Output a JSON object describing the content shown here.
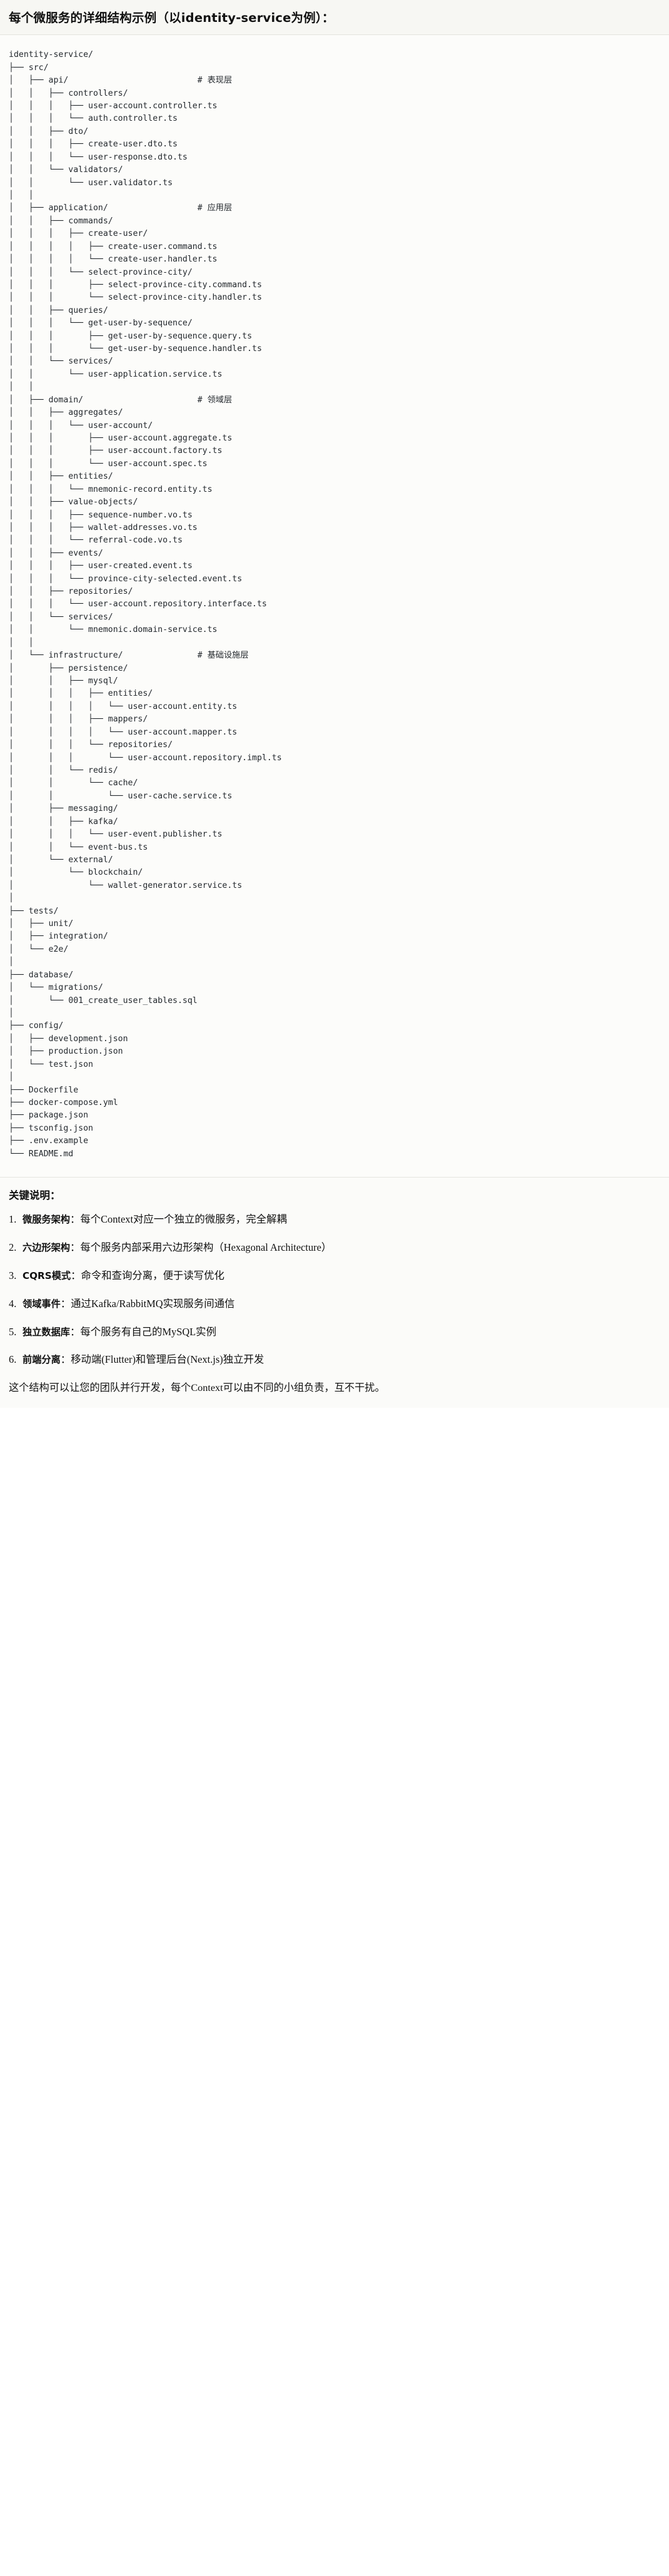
{
  "header": {
    "title": "每个微服务的详细结构示例（以identity-service为例）："
  },
  "tree": {
    "root": "identity-service/",
    "text": "identity-service/\n├── src/\n│   ├── api/                          # 表现层\n│   │   ├── controllers/\n│   │   │   ├── user-account.controller.ts\n│   │   │   └── auth.controller.ts\n│   │   ├── dto/\n│   │   │   ├── create-user.dto.ts\n│   │   │   └── user-response.dto.ts\n│   │   └── validators/\n│   │       └── user.validator.ts\n│   │\n│   ├── application/                  # 应用层\n│   │   ├── commands/\n│   │   │   ├── create-user/\n│   │   │   │   ├── create-user.command.ts\n│   │   │   │   └── create-user.handler.ts\n│   │   │   └── select-province-city/\n│   │   │       ├── select-province-city.command.ts\n│   │   │       └── select-province-city.handler.ts\n│   │   ├── queries/\n│   │   │   └── get-user-by-sequence/\n│   │   │       ├── get-user-by-sequence.query.ts\n│   │   │       └── get-user-by-sequence.handler.ts\n│   │   └── services/\n│   │       └── user-application.service.ts\n│   │\n│   ├── domain/                       # 领域层\n│   │   ├── aggregates/\n│   │   │   └── user-account/\n│   │   │       ├── user-account.aggregate.ts\n│   │   │       ├── user-account.factory.ts\n│   │   │       └── user-account.spec.ts\n│   │   ├── entities/\n│   │   │   └── mnemonic-record.entity.ts\n│   │   ├── value-objects/\n│   │   │   ├── sequence-number.vo.ts\n│   │   │   ├── wallet-addresses.vo.ts\n│   │   │   └── referral-code.vo.ts\n│   │   ├── events/\n│   │   │   ├── user-created.event.ts\n│   │   │   └── province-city-selected.event.ts\n│   │   ├── repositories/\n│   │   │   └── user-account.repository.interface.ts\n│   │   └── services/\n│   │       └── mnemonic.domain-service.ts\n│   │\n│   └── infrastructure/               # 基础设施层\n│       ├── persistence/\n│       │   ├── mysql/\n│       │   │   ├── entities/\n│       │   │   │   └── user-account.entity.ts\n│       │   │   ├── mappers/\n│       │   │   │   └── user-account.mapper.ts\n│       │   │   └── repositories/\n│       │   │       └── user-account.repository.impl.ts\n│       │   └── redis/\n│       │       └── cache/\n│       │           └── user-cache.service.ts\n│       ├── messaging/\n│       │   ├── kafka/\n│       │   │   └── user-event.publisher.ts\n│       │   └── event-bus.ts\n│       └── external/\n│           └── blockchain/\n│               └── wallet-generator.service.ts\n│\n├── tests/\n│   ├── unit/\n│   ├── integration/\n│   └── e2e/\n│\n├── database/\n│   └── migrations/\n│       └── 001_create_user_tables.sql\n│\n├── config/\n│   ├── development.json\n│   ├── production.json\n│   └── test.json\n│\n├── Dockerfile\n├── docker-compose.yml\n├── package.json\n├── tsconfig.json\n├── .env.example\n└── README.md",
    "layer_comments": [
      "# 表现层",
      "# 应用层",
      "# 领域层",
      "# 基础设施层"
    ]
  },
  "notes": {
    "heading": "关键说明：",
    "items": [
      {
        "term": "微服务架构",
        "sep": "：",
        "desc": "每个Context对应一个独立的微服务，完全解耦"
      },
      {
        "term": "六边形架构",
        "sep": "：",
        "desc": "每个服务内部采用六边形架构（Hexagonal Architecture）"
      },
      {
        "term": "CQRS模式",
        "sep": "：",
        "desc": "命令和查询分离，便于读写优化"
      },
      {
        "term": "领域事件",
        "sep": "：",
        "desc": "通过Kafka/RabbitMQ实现服务间通信"
      },
      {
        "term": "独立数据库",
        "sep": "：",
        "desc": "每个服务有自己的MySQL实例"
      },
      {
        "term": "前端分离",
        "sep": "：",
        "desc": "移动端(Flutter)和管理后台(Next.js)独立开发"
      }
    ],
    "closing": "这个结构可以让您的团队并行开发，每个Context可以由不同的小组负责，互不干扰。"
  }
}
